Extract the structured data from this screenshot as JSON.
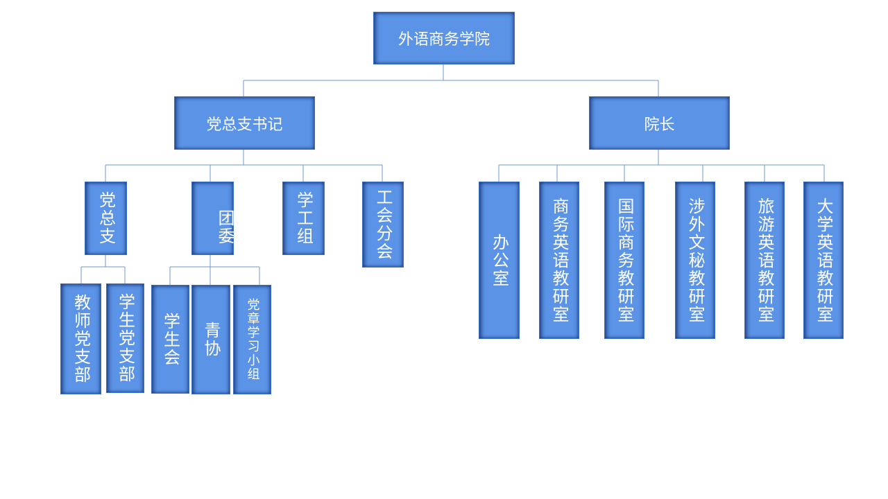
{
  "root": "外语商务学院",
  "level1": {
    "left": "党总支书记",
    "right": "院长"
  },
  "left_children": {
    "dangzongzhi": "党总支",
    "tuanwei": "团委",
    "xuegongzu": "学工组",
    "gonghui": "工会分会"
  },
  "dangzongzhi_children": {
    "teachers": "教师党支部",
    "students": "学生党支部"
  },
  "tuanwei_children": {
    "xueshenghui": "学生会",
    "qingxie": "青协",
    "dangzhang": "党章学习小组"
  },
  "right_children": {
    "office": "办公室",
    "business_english": "商务英语教研室",
    "intl_business": "国际商务教研室",
    "foreign_secretary": "涉外文秘教研室",
    "tourism_english": "旅游英语教研室",
    "college_english": "大学英语教研室"
  },
  "colors": {
    "box_fill": "#5b93e6",
    "box_border": "#3a6fc4",
    "connector": "#6f95cf"
  }
}
